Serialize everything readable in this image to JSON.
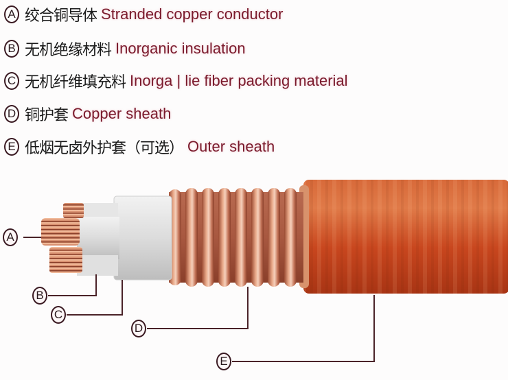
{
  "legend": {
    "items": [
      {
        "marker": "A",
        "cn": "绞合铜导体",
        "en": "Stranded copper conductor"
      },
      {
        "marker": "B",
        "cn": "无机绝缘材料",
        "en": "Inorganic insulation"
      },
      {
        "marker": "C",
        "cn": "无机纤维填充料",
        "en": "Inorga | lie fiber packing material"
      },
      {
        "marker": "D",
        "cn": "铜护套",
        "en": "Copper sheath"
      },
      {
        "marker": "E",
        "cn": "低烟无卤外护套（可选）",
        "en": "Outer sheath"
      }
    ]
  },
  "diagram": {
    "subject": "mineral-insulated fire-resistant cable cross-section",
    "callouts": [
      {
        "marker": "A",
        "target": "stranded copper conductor"
      },
      {
        "marker": "B",
        "target": "inorganic insulation"
      },
      {
        "marker": "C",
        "target": "inorganic fiber packing"
      },
      {
        "marker": "D",
        "target": "corrugated copper sheath"
      },
      {
        "marker": "E",
        "target": "orange outer sheath"
      }
    ],
    "colors": {
      "copper": "#c8785a",
      "copper_dark": "#8a3f2a",
      "outer_sheath": "#c8461e",
      "insulation": "#e4e4e4",
      "leader_line": "#4a2228",
      "text_en": "#7a1a2c"
    }
  }
}
